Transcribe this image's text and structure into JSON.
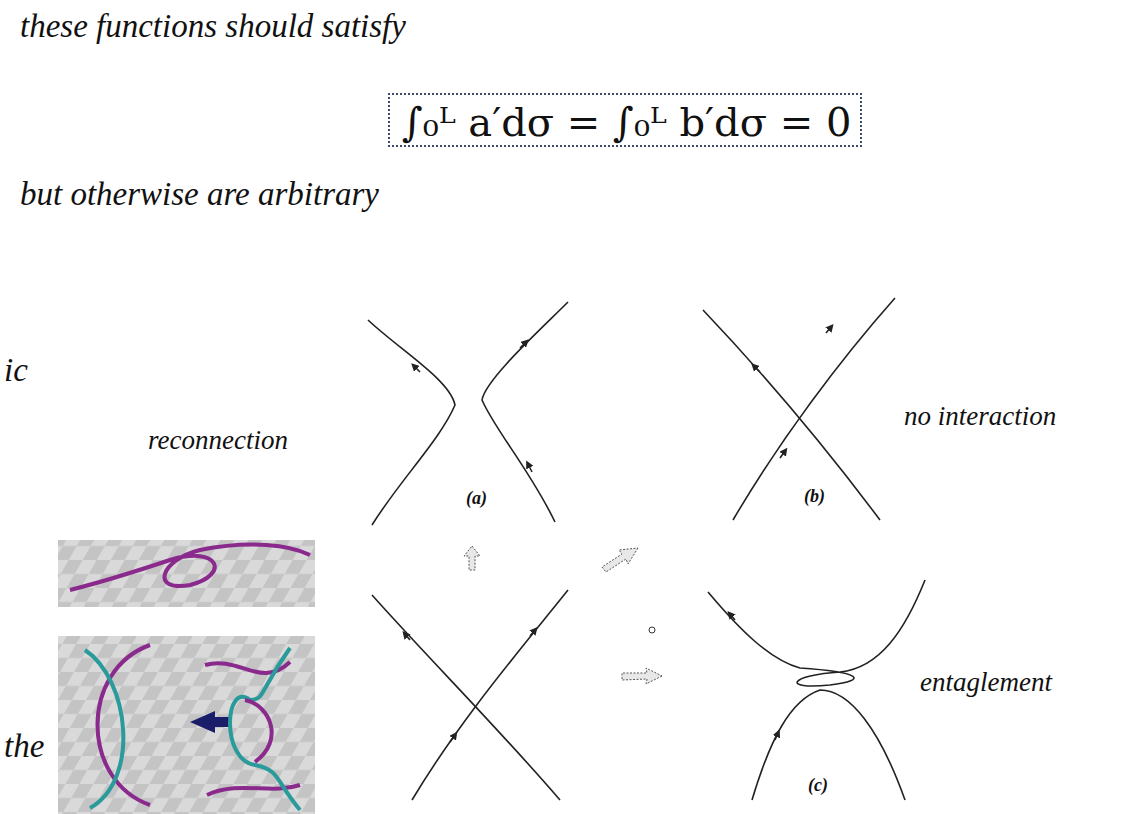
{
  "diagram": {
    "nodes": [
      {
        "text": [
          "∫₀ᴸ a′dσ = ∫₀ᴸ b′dσ = 0"
        ]
      }
    ],
    "labels": [
      "these functions should satisfy",
      "but otherwise are arbitrary",
      "ic",
      "reconnection",
      "(a)",
      "(b)",
      "no interaction",
      "(c)",
      "entaglement",
      "the"
    ]
  }
}
